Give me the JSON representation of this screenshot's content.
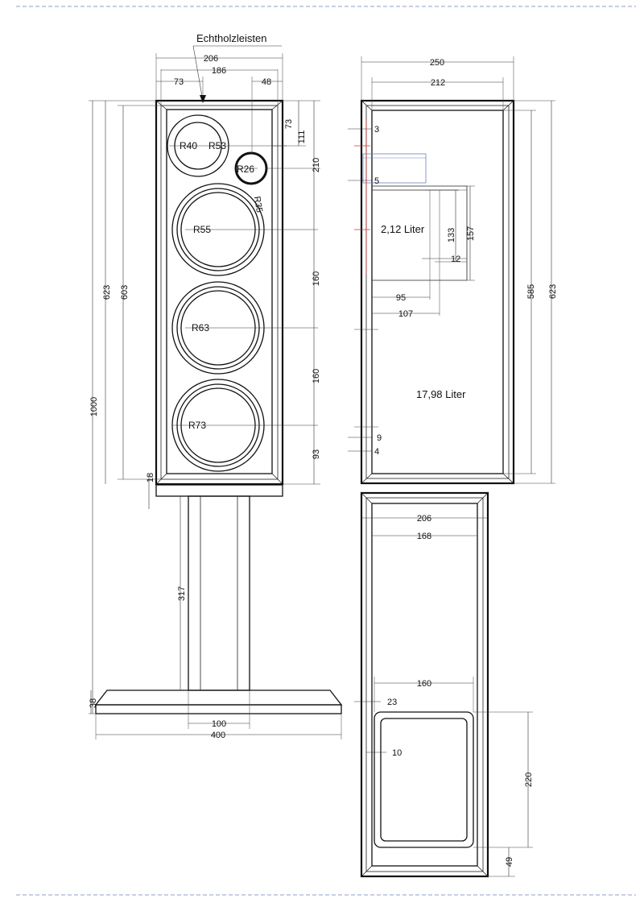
{
  "labels": {
    "top_note": "Echtholzleisten",
    "vol_small": "2,12 Liter",
    "vol_large": "17,98 Liter"
  },
  "radii": {
    "r40": "R40",
    "r53": "R53",
    "r26": "R26",
    "r35": "R35",
    "r55": "R55",
    "r63": "R63",
    "r73": "R73"
  },
  "front_dims": {
    "w206": "206",
    "w186": "186",
    "w73": "73",
    "w48": "48",
    "h73": "73",
    "h111": "111",
    "h210": "210",
    "h160a": "160",
    "h160b": "160",
    "h93": "93",
    "h623": "623",
    "h603": "603",
    "h1000": "1000",
    "h18": "18",
    "h317": "317",
    "h38": "38",
    "w100": "100",
    "w400": "400"
  },
  "side_dims": {
    "w250": "250",
    "w212": "212",
    "d3": "3",
    "d5": "5",
    "h133": "133",
    "h157": "157",
    "d12": "12",
    "w95": "95",
    "w107": "107",
    "h585": "585",
    "h623": "623",
    "d9": "9",
    "d4": "4"
  },
  "bottom_dims": {
    "w206": "206",
    "w168": "168",
    "w160": "160",
    "d23": "23",
    "d10": "10",
    "h220": "220",
    "h49": "49"
  }
}
